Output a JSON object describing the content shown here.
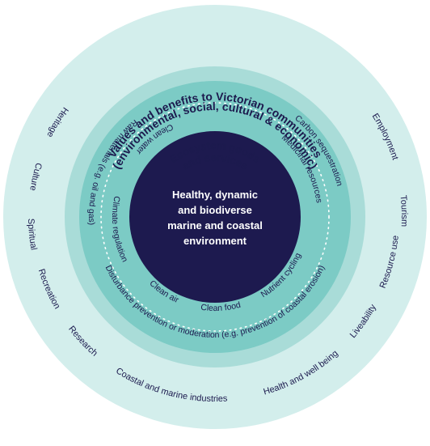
{
  "colors": {
    "outer_ring": "#d3eeec",
    "middle_ring": "#a9dcd8",
    "inner_ring": "#7ccbc5",
    "core": "#1d1a4f",
    "text": "#1c1a4e",
    "dots": "#ffffff"
  },
  "outer": {
    "title_line1": "Values and benefits to Victorian communities",
    "title_line2": "(environmental, social, cultural & economic)",
    "items": {
      "heritage": "Heritage",
      "culture": "Culture",
      "spiritual": "Spiritual",
      "recreation": "Recreation",
      "research": "Research",
      "coastal_industries": "Coastal and marine industries",
      "health": "Health and well being",
      "liveability": "Liveability",
      "resource_use": "Resource use",
      "tourism": "Tourism",
      "employment": "Employment"
    }
  },
  "middle": {
    "title_line1": "Ecosystem goods",
    "title_line2": "and services",
    "items": {
      "raw_materials": "Raw materials (e.g. oil and gas)",
      "carbon": "Carbon sequestration",
      "disturbance": "Disturbance prevention or moderation (e.g. prevention of coastal erosion)"
    }
  },
  "inner": {
    "items": {
      "clean_water": "Clean water",
      "climate_regulation": "Climate regulation",
      "clean_air": "Clean air",
      "clean_food": "Clean food",
      "nutrient_cycling": "Nutrient cycling",
      "medicinal": "Medicinal resources"
    }
  },
  "center": {
    "line1": "Healthy, dynamic",
    "line2": "and biodiverse",
    "line3": "marine and coastal",
    "line4": "environment"
  }
}
